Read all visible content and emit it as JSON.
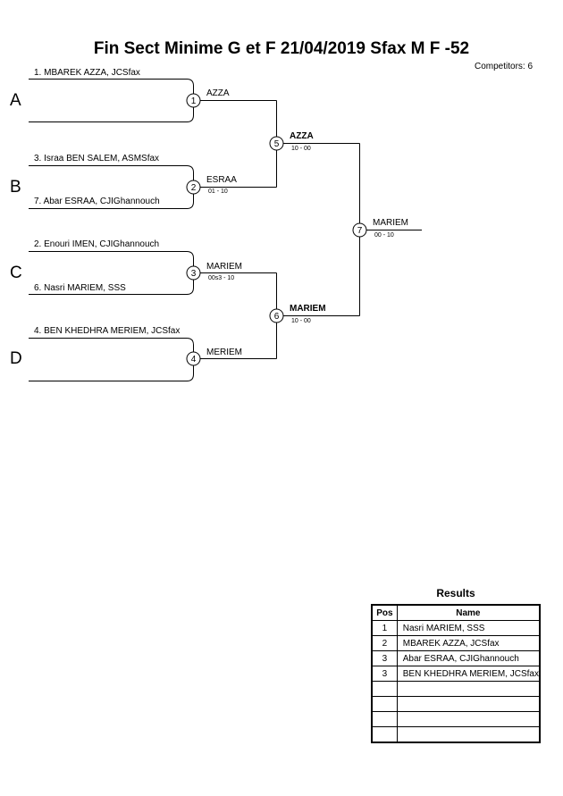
{
  "title": "Fin Sect Minime G et F  21/04/2019  Sfax   M F -52",
  "competitors_label": "Competitors: 6",
  "pools": [
    "A",
    "B",
    "C",
    "D"
  ],
  "first_round": [
    {
      "top": "1. MBAREK AZZA, JCSfax",
      "bottom": ""
    },
    {
      "top": "3. Israa BEN SALEM, ASMSfax",
      "bottom": "7. Abar ESRAA, CJIGhannouch"
    },
    {
      "top": "2. Enouri IMEN, CJIGhannouch",
      "bottom": "6. Nasri MARIEM, SSS"
    },
    {
      "top": "4. BEN KHEDHRA MERIEM, JCSfax",
      "bottom": ""
    }
  ],
  "matches": [
    {
      "num": "1",
      "winner": "AZZA",
      "score": ""
    },
    {
      "num": "2",
      "winner": "ESRAA",
      "score": "01 - 10"
    },
    {
      "num": "3",
      "winner": "MARIEM",
      "score": "00s3 - 10"
    },
    {
      "num": "4",
      "winner": "MERIEM",
      "score": ""
    },
    {
      "num": "5",
      "winner": "AZZA",
      "score": "10 - 00"
    },
    {
      "num": "6",
      "winner": "MARIEM",
      "score": "10 - 00"
    },
    {
      "num": "7",
      "winner": "MARIEM",
      "score": "00 - 10"
    }
  ],
  "results": {
    "title": "Results",
    "headers": [
      "Pos",
      "Name"
    ],
    "rows": [
      [
        "1",
        "Nasri MARIEM, SSS"
      ],
      [
        "2",
        "MBAREK AZZA, JCSfax"
      ],
      [
        "3",
        "Abar ESRAA, CJIGhannouch"
      ],
      [
        "3",
        "BEN KHEDHRA MERIEM, JCSfax"
      ],
      [
        "",
        ""
      ],
      [
        "",
        ""
      ],
      [
        "",
        ""
      ],
      [
        "",
        ""
      ]
    ]
  }
}
